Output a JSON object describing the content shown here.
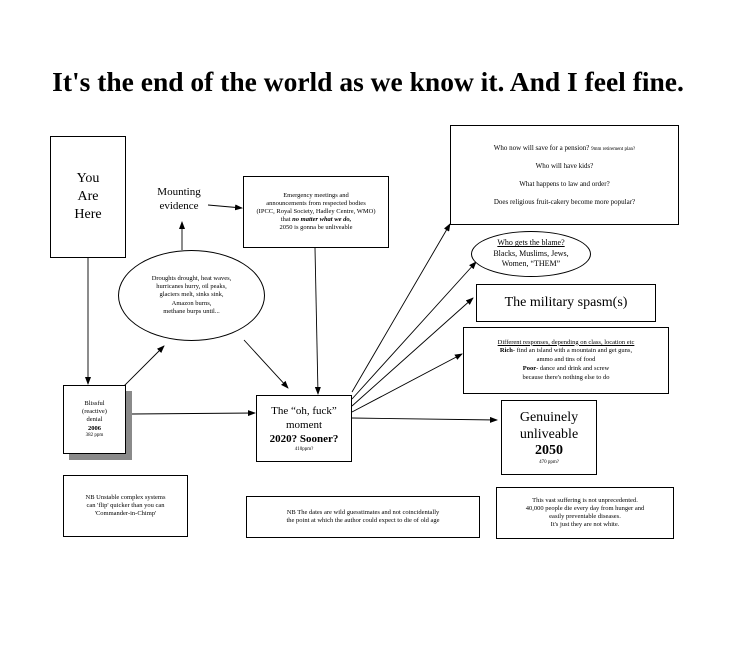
{
  "title": "It's the end of the world as we know it. And I feel fine.",
  "you_are_here": {
    "l1": "You",
    "l2": "Are",
    "l3": "Here"
  },
  "mounting": {
    "l1": "Mounting",
    "l2": "evidence"
  },
  "emergency": {
    "l1": "Emergency meetings and",
    "l2": "announcements from respected bodies",
    "l3": "(IPCC, Royal Society, Hadley Centre, WMO)",
    "l4_pre": "that ",
    "l4_em": "no matter what we do,",
    "l5": "2050 is gonna be unliveable"
  },
  "questions": {
    "q1": "Who now will save for a pension?",
    "q1_small": "9mm retirement plan?",
    "q2": "Who will have kids?",
    "q3": "What happens to law and order?",
    "q4": "Does religious fruit-cakery become more popular?"
  },
  "droughts": {
    "l1": "Droughts drought, heat waves,",
    "l2": "hurricanes hurry, oil peaks,",
    "l3": "glaciers melt, sinks sink,",
    "l4": "Amazon burns,",
    "l5": "methane burps until..."
  },
  "blame": {
    "l1": "Who gets the blame?",
    "l2": "Blacks, Muslims, Jews,",
    "l3": "Women, “THEM”"
  },
  "military": {
    "label": "The military spasm(s)"
  },
  "responses": {
    "l1": "Different responses,  depending on class, location etc",
    "rich_label": "Rich",
    "rich_text": "- find an island with a mountain and get guns,",
    "l3": "ammo and tins of food",
    "poor_label": "Poor",
    "poor_text": "- dance and drink and screw",
    "l5": "because there's nothing else to do"
  },
  "blissful": {
    "l1": "Blissful",
    "l2": "(reactive)",
    "l3": "denial",
    "year": "2006",
    "ppm": "382 ppm"
  },
  "ohf": {
    "l1": "The “oh, fuck”",
    "l2": "moment",
    "year": "2020? Sooner?",
    "ppm": "410ppm?"
  },
  "unliveable": {
    "l1": "Genuinely",
    "l2": "unliveable",
    "year": "2050",
    "ppm": "470 ppm?"
  },
  "nb1": {
    "l1": "NB Unstable complex systems",
    "l2": "can 'flip' quicker than you can",
    "l3": "'Commander-in-Chimp'"
  },
  "nb2": {
    "l1": "NB The dates are wild guesstimates and not coincidentally",
    "l2": "the point at which the author could expect to die of old age"
  },
  "suffering": {
    "l1": "This vast suffering is not unprecedented.",
    "l2": "40,000 people die every day from hunger and",
    "l3": "easily preventable diseases.",
    "l4": "It's just they are not white."
  }
}
